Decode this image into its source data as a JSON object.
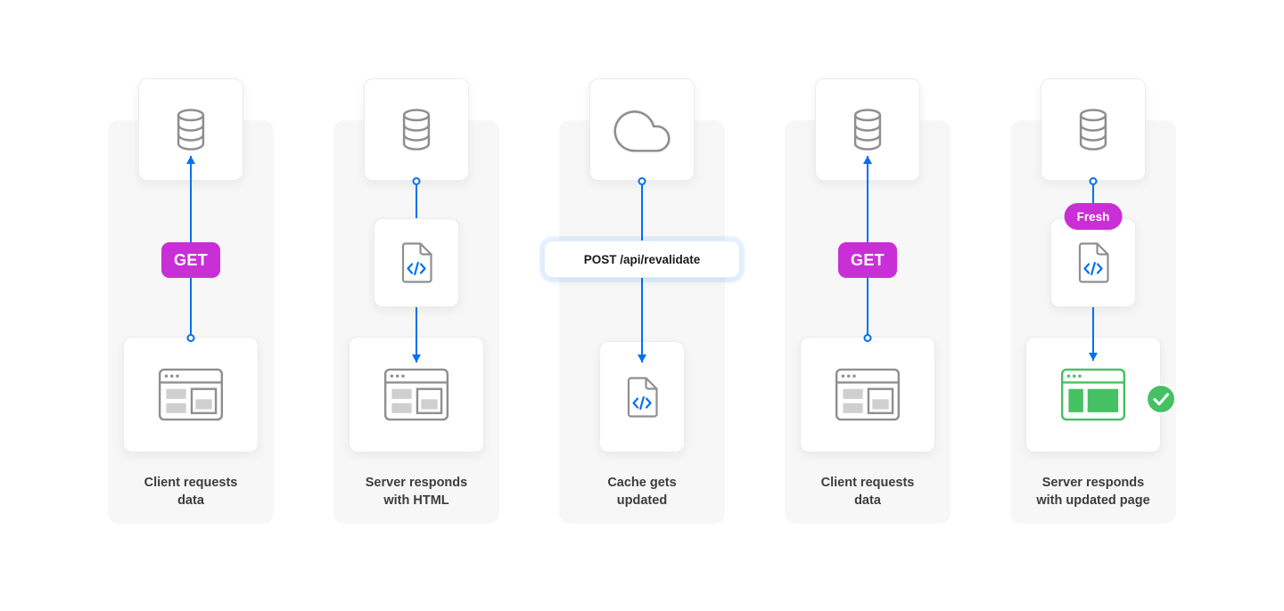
{
  "diagram": {
    "columns": [
      {
        "caption": "Client requests\ndata",
        "arrow_label": "GET",
        "arrow_direction": "up",
        "top_icon": "database",
        "bottom_icon": "browser"
      },
      {
        "caption": "Server responds\nwith HTML",
        "arrow_direction": "down",
        "top_icon": "database",
        "middle_icon": "code-file",
        "bottom_icon": "browser"
      },
      {
        "caption": "Cache gets\nupdated",
        "arrow_label": "POST /api/revalidate",
        "arrow_direction": "down",
        "top_icon": "cloud",
        "bottom_icon": "code-file"
      },
      {
        "caption": "Client requests\ndata",
        "arrow_label": "GET",
        "arrow_direction": "up",
        "top_icon": "database",
        "bottom_icon": "browser"
      },
      {
        "caption": "Server responds\nwith updated page",
        "badge_label": "Fresh",
        "arrow_direction": "down",
        "top_icon": "database",
        "middle_icon": "code-file",
        "bottom_icon": "browser-success",
        "status_icon": "check"
      }
    ],
    "colors": {
      "arrow_blue": "#0070f3",
      "badge_magenta": "#c92fd6",
      "success_green": "#45c163",
      "icon_gray": "#8f8f8f",
      "icon_fill_gray": "#cfcfcf",
      "column_bg": "#f7f7f7"
    }
  }
}
